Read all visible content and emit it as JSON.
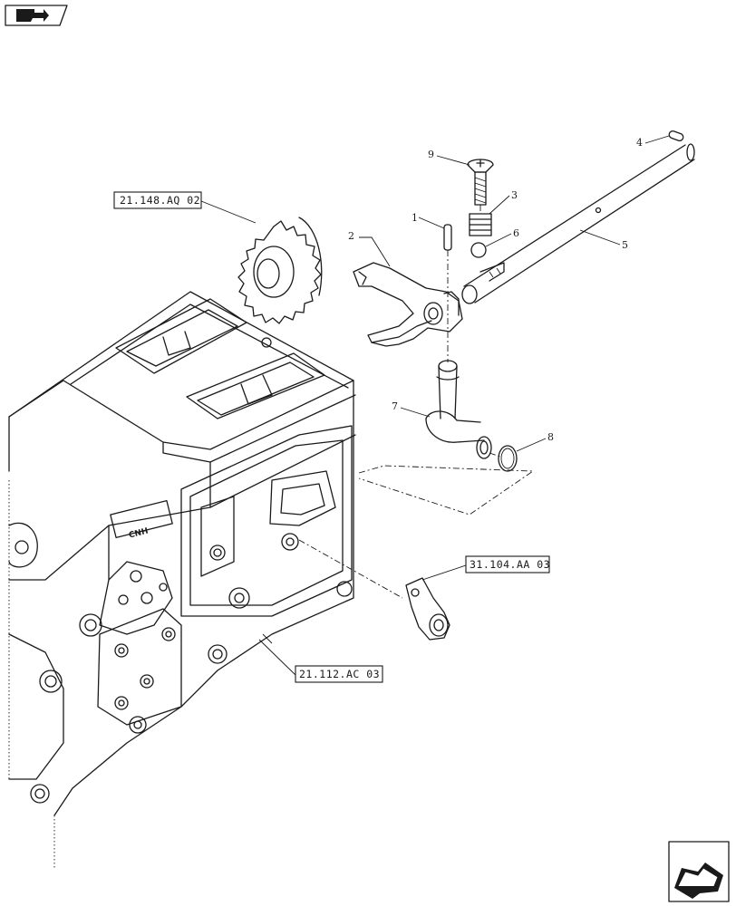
{
  "references": {
    "ref_gear": "21.148.AQ 02",
    "ref_lever": "31.104.AA 03",
    "ref_housing": "21.112.AC 03"
  },
  "callouts": {
    "c1": "1",
    "c2": "2",
    "c3": "3",
    "c4": "4",
    "c5": "5",
    "c6": "6",
    "c7": "7",
    "c8": "8",
    "c9": "9"
  },
  "housing": {
    "brand_text": "CNH"
  },
  "icons": {
    "top_left": "book-arrow-icon",
    "bottom_right": "next-page-arrow-icon"
  }
}
